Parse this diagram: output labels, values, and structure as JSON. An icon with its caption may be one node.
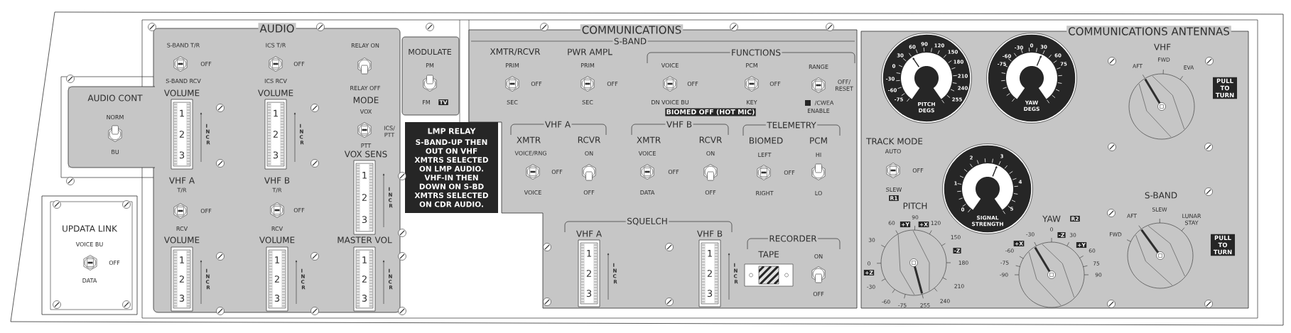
{
  "diagram": {
    "nodes": [
      {
        "text": [
          "AUDIO"
        ]
      },
      {
        "text": [
          "AUDIO CONT"
        ]
      },
      {
        "text": [
          "UPDATA LINK"
        ]
      },
      {
        "text": [
          "COMMUNICATIONS"
        ]
      },
      {
        "text": [
          "MODULATE"
        ]
      },
      {
        "text": [
          "LMP RELAY",
          "S-BAND-UP THEN OUT ON VHF XMTRS SELECTED ON LMP AUDIO. VHF-IN THEN DOWN ON S-BD XMTRS SELECTED ON CDR AUDIO."
        ]
      },
      {
        "text": [
          "BIOMED OFF (HOT MIC)"
        ],
        "in": 3
      },
      {
        "text": [
          "TV"
        ],
        "in": 4
      },
      {
        "text": [
          "COMMUNICATIONS ANTENNAS"
        ]
      },
      {
        "text": [
          "PITCH DEGS"
        ],
        "in": 8
      },
      {
        "text": [
          "YAW DEGS"
        ],
        "in": 8
      },
      {
        "text": [
          "SIGNAL STRENGTH"
        ],
        "in": 8
      },
      {
        "text": [
          "R1"
        ],
        "in": 8
      },
      {
        "text": [
          "+Y"
        ],
        "in": 8
      },
      {
        "text": [
          "+X"
        ],
        "in": 8
      },
      {
        "text": [
          "-Z"
        ],
        "in": 8
      },
      {
        "text": [
          "+Z"
        ],
        "in": 8
      },
      {
        "text": [
          "R2"
        ],
        "in": 8
      },
      {
        "text": [
          "+X"
        ],
        "in": 8
      },
      {
        "text": [
          "-Z"
        ],
        "in": 8
      },
      {
        "text": [
          "+Y"
        ],
        "in": 8
      },
      {
        "text": [
          "PULL TO TURN"
        ],
        "in": 8
      },
      {
        "text": [
          "PULL TO TURN"
        ],
        "in": 8
      }
    ],
    "labels": [
      "S-BAND T/R",
      "OFF",
      "S-BAND RCV",
      "ICS T/R",
      "OFF",
      "ICS RCV",
      "RELAY ON",
      "RELAY OFF",
      "VOLUME",
      "VOLUME",
      "MODE",
      "VOX",
      "ICS/ PTT",
      "PTT",
      "VOX SENS",
      "1",
      "2",
      "3",
      "INCR",
      "1",
      "2",
      "3",
      "INCR",
      "1",
      "2",
      "3",
      "INCR",
      "VHF A",
      "T/R",
      "OFF",
      "RCV",
      "VHF B",
      "T/R",
      "OFF",
      "RCV",
      "VOLUME",
      "VOLUME",
      "MASTER VOL",
      "1",
      "2",
      "3",
      "INCR",
      "1",
      "2",
      "3",
      "INCR",
      "1",
      "2",
      "3",
      "INCR",
      "NORM",
      "BU",
      "VOICE BU",
      "OFF",
      "DATA",
      "S-BAND",
      "PM",
      "FM",
      "XMTR/RCVR",
      "PRIM",
      "OFF",
      "SEC",
      "PWR AMPL",
      "PRIM",
      "OFF",
      "SEC",
      "FUNCTIONS",
      "VOICE",
      "OFF",
      "DN VOICE BU",
      "PCM",
      "OFF",
      "KEY",
      "RANGE",
      "OFF/ RESET",
      "/CWEA",
      "ENABLE",
      "VHF A",
      "XMTR",
      "RCVR",
      "VOICE/RNG",
      "ON",
      "OFF",
      "VOICE",
      "OFF",
      "VHF B",
      "XMTR",
      "RCVR",
      "VOICE",
      "ON",
      "OFF",
      "DATA",
      "OFF",
      "TELEMETRY",
      "BIOMED",
      "PCM",
      "LEFT",
      "HI",
      "OFF",
      "RIGHT",
      "LO",
      "SQUELCH",
      "VHF A",
      "VHF B",
      "1",
      "2",
      "3",
      "INCR",
      "1",
      "2",
      "3",
      "INCR",
      "RECORDER",
      "TAPE",
      "ON",
      "OFF",
      "60",
      "90",
      "120",
      "30",
      "150",
      "0",
      "180",
      "-30",
      "210",
      "-60",
      "240",
      "-75",
      "255",
      "-30",
      "0",
      "30",
      "-60",
      "60",
      "-75",
      "75",
      "VHF",
      "AFT",
      "FWD",
      "EVA",
      "TRACK MODE",
      "AUTO",
      "2",
      "3",
      "1",
      "4",
      "OFF",
      "SLEW",
      "0",
      "5",
      "S-BAND",
      "PITCH",
      "SLEW",
      "AFT",
      "LUNAR STAY",
      "90",
      "YAW",
      "60",
      "120",
      "-30",
      "0",
      "30",
      "FWD",
      "30",
      "150",
      "-60",
      "60",
      "0",
      "180",
      "-75",
      "75",
      "-90",
      "90",
      "-30",
      "210",
      "-60",
      "240",
      "-75",
      "255"
    ]
  }
}
